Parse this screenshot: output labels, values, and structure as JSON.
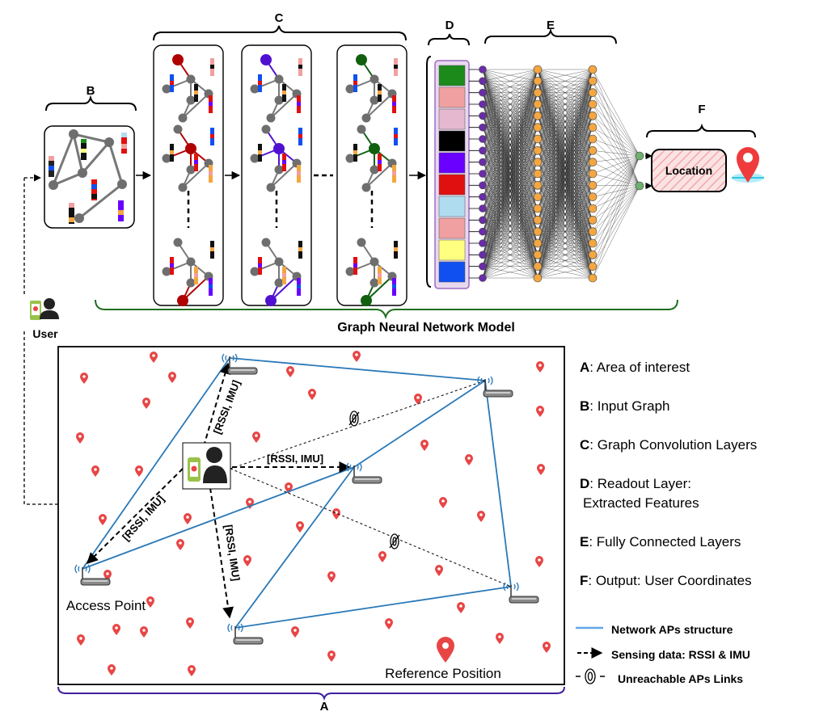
{
  "section_labels": {
    "a": "A",
    "b": "B",
    "c": "C",
    "d": "D",
    "e": "E",
    "f": "F"
  },
  "model_title": "Graph Neural Network Model",
  "output_box_label": "Location",
  "user_label": "User",
  "access_point_label": "Access Point",
  "reference_position_label": "Reference Position",
  "sensing_labels": [
    "[RSSI, IMU]",
    "[RSSI, IMU]",
    "[RSSI, IMU]",
    "[RSSI, IMU]"
  ],
  "legend_items": [
    {
      "key": "A",
      "text": ": Area of interest"
    },
    {
      "key": "B",
      "text": ": Input Graph"
    },
    {
      "key": "C",
      "text": ": Graph Convolution Layers"
    },
    {
      "key": "D",
      "text": ": Readout Layer:"
    },
    {
      "key": "",
      "text": "Extracted Features"
    },
    {
      "key": "E",
      "text": ": Fully Connected Layers"
    },
    {
      "key": "F",
      "text": ": Output: User Coordinates"
    }
  ],
  "line_legend": [
    {
      "label": "Network APs structure",
      "icon": "blue-line-icon"
    },
    {
      "label": "Sensing data: RSSI & IMU",
      "icon": "dashed-arrow-icon"
    },
    {
      "label": "Unreachable APs Links",
      "icon": "no-signal-icon"
    }
  ],
  "readout_feature_colors": [
    "#1b8a1b",
    "#f0a0a0",
    "#e6b8d0",
    "#000000",
    "#6a00ff",
    "#e01010",
    "#b0dcf0",
    "#f0a0a0",
    "#ffff80",
    "#1050f0"
  ],
  "colors": {
    "graph_node": "#6e6e6e",
    "conv_red": "#b00000",
    "conv_purple": "#5010d0",
    "conv_green": "#106010",
    "ap_link": "#2a79b8",
    "readout_node": "#6a2ca8",
    "dense_node": "#f4a640",
    "output_node": "#6fb06f",
    "brace_green": "#1e6e1e",
    "brace_purple": "#4020a0",
    "pin_red": "#e84545"
  }
}
